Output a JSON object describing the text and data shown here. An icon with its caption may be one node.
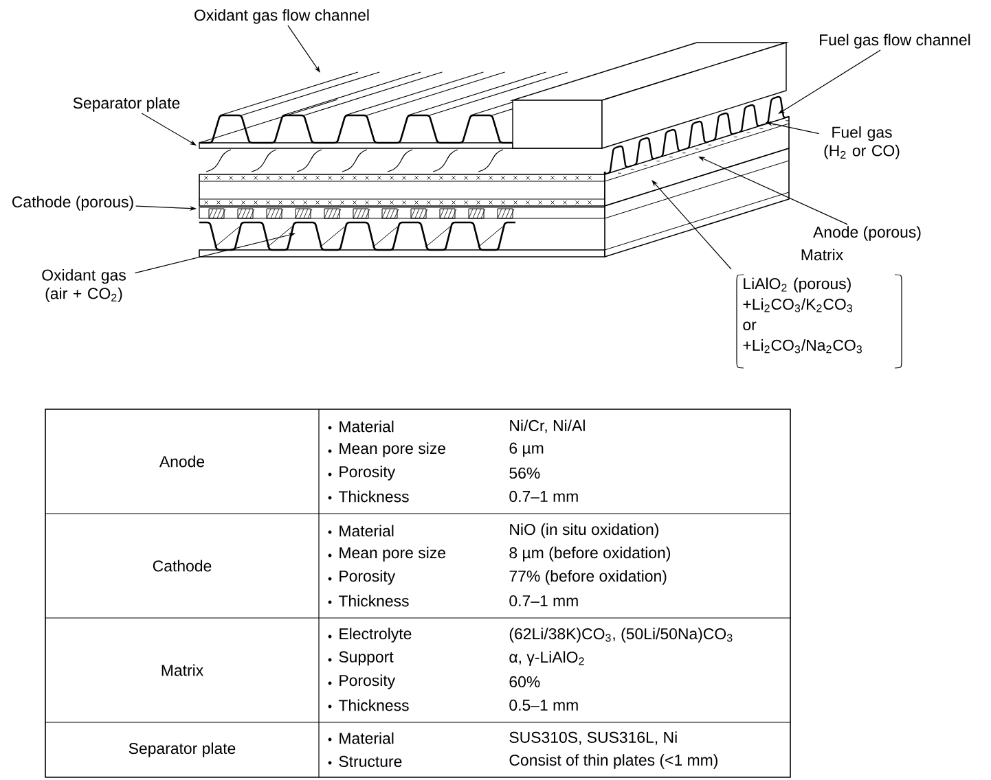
{
  "diagram": {
    "nodes": [
      {
        "text": [
          "Oxidant gas flow channel"
        ]
      },
      {
        "text": [
          "Fuel gas flow channel"
        ]
      },
      {
        "text": [
          "Separator plate"
        ]
      },
      {
        "text": [
          "Fuel gas (H$_{2}$ or CO)"
        ]
      },
      {
        "text": [
          "Cathode (porous)"
        ]
      },
      {
        "text": [
          "Oxidant gas (air + CO$_{2}$)"
        ]
      },
      {
        "text": [
          "Anode (porous)"
        ]
      },
      {
        "text": [
          "Matrix",
          "LiAlO$_{2}$ (porous) +Li$_{2}$CO$_{3}$/K$_{2}$CO$_{3}$ or +Li$_{2}$CO$_{3}$/Na$_{2}$CO$_{3}$"
        ]
      }
    ],
    "edges": [
      {
        "from": 0,
        "to": null,
        "arrow": "to"
      },
      {
        "from": 1,
        "to": null,
        "arrow": "to"
      },
      {
        "from": 2,
        "to": null,
        "arrow": "to"
      },
      {
        "from": 3,
        "to": null,
        "arrow": "to"
      },
      {
        "from": 4,
        "to": null,
        "arrow": "to"
      },
      {
        "from": 5,
        "to": null,
        "arrow": "to"
      },
      {
        "from": 6,
        "to": null,
        "arrow": "to"
      },
      {
        "from": 7,
        "to": null,
        "arrow": "to"
      }
    ],
    "labels": [
      "Anode",
      "Material",
      "Ni/Cr, Ni/Al",
      "Mean pore size",
      "6 µm",
      "Porosity",
      "56%",
      "Thickness",
      "0.7–1 mm",
      "Cathode",
      "Material",
      "NiO (in situ oxidation)",
      "Mean pore size",
      "8 µm (before oxidation)",
      "Porosity",
      "77% (before oxidation)",
      "Thickness",
      "0.7–1 mm",
      "Matrix",
      "Electrolyte",
      "(62Li/38K)CO$_{3}$, (50Li/50Na)CO$_{3}$",
      "Support",
      "α, γ-LiAlO$_{2}$",
      "Porosity",
      "60%",
      "Thickness",
      "0.5–1 mm",
      "Separator plate",
      "Material",
      "SUS310S, SUS316L, Ni",
      "Structure",
      "Consist of thin plates (<1 mm)"
    ]
  }
}
